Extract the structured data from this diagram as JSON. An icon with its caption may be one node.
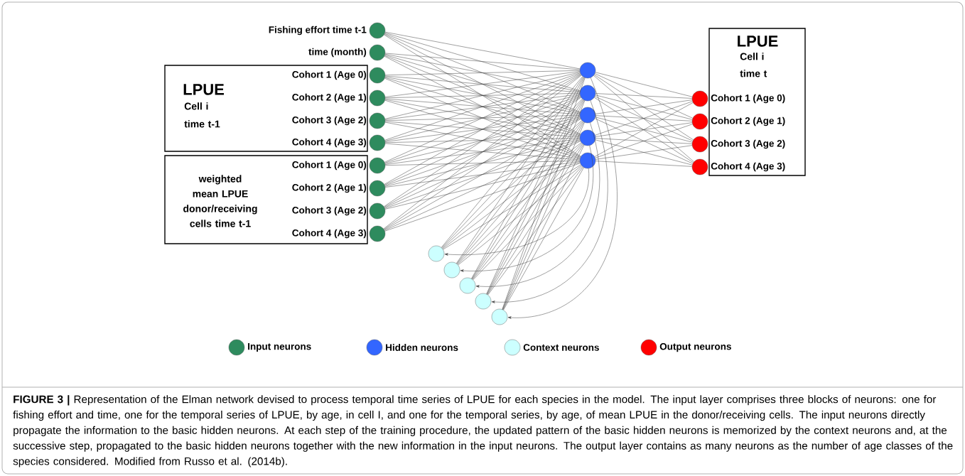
{
  "diagram": {
    "caption": "**FIGURE 3 |** Representation of the Elman network devised to process temporal time series of LPUE for each species in the model. The input layer comprises three blocks of neurons: one for fishing effort and time, one for the temporal series of LPUE, by age, in cell I, and one for the temporal series, by age, of mean LPUE in the donor/receiving cells. The input neurons directly propagate the information to the basic hidden neurons. At each step of the training procedure, the updated pattern of the basic hidden neurons is memorized by the context neurons and, at the successive step, propagated to the basic hidden neurons together with the new information in the input neurons. The output layer contains as many neurons as the number of age classes of the species considered. Modified from Russo et al. (2014b).",
    "nodes": [
      {
        "text": [
          "LPUE",
          "Cell i time t-1"
        ]
      },
      {
        "text": [
          "weighted mean LPUE donor/receiving cells time t-1"
        ]
      },
      {
        "text": [
          "LPUE",
          "Cell i time t"
        ]
      },
      {
        "text": [],
        "shape": "circle",
        "beside": [
          "Fishing effort time t-1"
        ]
      },
      {
        "text": [],
        "shape": "circle",
        "beside": [
          "time (month)"
        ]
      },
      {
        "text": [],
        "shape": "circle",
        "beside": [
          "Cohort 1 (Age 0)"
        ]
      },
      {
        "text": [],
        "shape": "circle",
        "beside": [
          "Cohort 2 (Age 1)"
        ]
      },
      {
        "text": [],
        "shape": "circle",
        "beside": [
          "Cohort 3 (Age 2)"
        ]
      },
      {
        "text": [],
        "shape": "circle",
        "beside": [
          "Cohort 4 (Age 3)"
        ]
      },
      {
        "text": [],
        "shape": "circle",
        "beside": [
          "Cohort 1 (Age 0)"
        ]
      },
      {
        "text": [],
        "shape": "circle",
        "beside": [
          "Cohort 2 (Age 1)"
        ]
      },
      {
        "text": [],
        "shape": "circle",
        "beside": [
          "Cohort 3 (Age 2)"
        ]
      },
      {
        "text": [],
        "shape": "circle",
        "beside": [
          "Cohort 4 (Age 3)"
        ]
      },
      {
        "text": [],
        "shape": "circle"
      },
      {
        "text": [],
        "shape": "circle"
      },
      {
        "text": [],
        "shape": "circle"
      },
      {
        "text": [],
        "shape": "circle"
      },
      {
        "text": [],
        "shape": "circle"
      },
      {
        "text": [],
        "shape": "circle",
        "beside": [
          "Cohort 1 (Age 0)"
        ]
      },
      {
        "text": [],
        "shape": "circle",
        "beside": [
          "Cohort 2 (Age 1)"
        ]
      },
      {
        "text": [],
        "shape": "circle",
        "beside": [
          "Cohort 3 (Age 2)"
        ]
      },
      {
        "text": [],
        "shape": "circle",
        "beside": [
          "Cohort 4 (Age 3)"
        ]
      },
      {
        "text": [],
        "shape": "circle"
      },
      {
        "text": [],
        "shape": "circle"
      },
      {
        "text": [],
        "shape": "circle"
      },
      {
        "text": [],
        "shape": "circle"
      },
      {
        "text": [],
        "shape": "circle"
      }
    ],
    "edges": [
      {
        "from": 3,
        "to": 13,
        "arrow": "none"
      },
      {
        "from": 3,
        "to": 14,
        "arrow": "none"
      },
      {
        "from": 3,
        "to": 15,
        "arrow": "none"
      },
      {
        "from": 3,
        "to": 16,
        "arrow": "none"
      },
      {
        "from": 3,
        "to": 17,
        "arrow": "none"
      },
      {
        "from": 4,
        "to": 13,
        "arrow": "none"
      },
      {
        "from": 4,
        "to": 14,
        "arrow": "none"
      },
      {
        "from": 4,
        "to": 15,
        "arrow": "none"
      },
      {
        "from": 4,
        "to": 16,
        "arrow": "none"
      },
      {
        "from": 4,
        "to": 17,
        "arrow": "none"
      },
      {
        "from": 5,
        "to": 13,
        "arrow": "none"
      },
      {
        "from": 5,
        "to": 14,
        "arrow": "none"
      },
      {
        "from": 5,
        "to": 15,
        "arrow": "none"
      },
      {
        "from": 5,
        "to": 16,
        "arrow": "none"
      },
      {
        "from": 5,
        "to": 17,
        "arrow": "none"
      },
      {
        "from": 6,
        "to": 13,
        "arrow": "none"
      },
      {
        "from": 6,
        "to": 14,
        "arrow": "none"
      },
      {
        "from": 6,
        "to": 15,
        "arrow": "none"
      },
      {
        "from": 6,
        "to": 16,
        "arrow": "none"
      },
      {
        "from": 6,
        "to": 17,
        "arrow": "none"
      },
      {
        "from": 7,
        "to": 13,
        "arrow": "none"
      },
      {
        "from": 7,
        "to": 14,
        "arrow": "none"
      },
      {
        "from": 7,
        "to": 15,
        "arrow": "none"
      },
      {
        "from": 7,
        "to": 16,
        "arrow": "none"
      },
      {
        "from": 7,
        "to": 17,
        "arrow": "none"
      },
      {
        "from": 8,
        "to": 13,
        "arrow": "none"
      },
      {
        "from": 8,
        "to": 14,
        "arrow": "none"
      },
      {
        "from": 8,
        "to": 15,
        "arrow": "none"
      },
      {
        "from": 8,
        "to": 16,
        "arrow": "none"
      },
      {
        "from": 8,
        "to": 17,
        "arrow": "none"
      },
      {
        "from": 9,
        "to": 13,
        "arrow": "none"
      },
      {
        "from": 9,
        "to": 14,
        "arrow": "none"
      },
      {
        "from": 9,
        "to": 15,
        "arrow": "none"
      },
      {
        "from": 9,
        "to": 16,
        "arrow": "none"
      },
      {
        "from": 9,
        "to": 17,
        "arrow": "none"
      },
      {
        "from": 10,
        "to": 13,
        "arrow": "none"
      },
      {
        "from": 10,
        "to": 14,
        "arrow": "none"
      },
      {
        "from": 10,
        "to": 15,
        "arrow": "none"
      },
      {
        "from": 10,
        "to": 16,
        "arrow": "none"
      },
      {
        "from": 10,
        "to": 17,
        "arrow": "none"
      },
      {
        "from": 11,
        "to": 13,
        "arrow": "none"
      },
      {
        "from": 11,
        "to": 14,
        "arrow": "none"
      },
      {
        "from": 11,
        "to": 15,
        "arrow": "none"
      },
      {
        "from": 11,
        "to": 16,
        "arrow": "none"
      },
      {
        "from": 11,
        "to": 17,
        "arrow": "none"
      },
      {
        "from": 12,
        "to": 13,
        "arrow": "none"
      },
      {
        "from": 12,
        "to": 14,
        "arrow": "none"
      },
      {
        "from": 12,
        "to": 15,
        "arrow": "none"
      },
      {
        "from": 12,
        "to": 16,
        "arrow": "none"
      },
      {
        "from": 12,
        "to": 17,
        "arrow": "none"
      },
      {
        "from": 22,
        "to": 13,
        "arrow": "none"
      },
      {
        "from": 22,
        "to": 14,
        "arrow": "none"
      },
      {
        "from": 22,
        "to": 15,
        "arrow": "none"
      },
      {
        "from": 22,
        "to": 16,
        "arrow": "none"
      },
      {
        "from": 22,
        "to": 17,
        "arrow": "none"
      },
      {
        "from": 23,
        "to": 13,
        "arrow": "none"
      },
      {
        "from": 23,
        "to": 14,
        "arrow": "none"
      },
      {
        "from": 23,
        "to": 15,
        "arrow": "none"
      },
      {
        "from": 23,
        "to": 16,
        "arrow": "none"
      },
      {
        "from": 23,
        "to": 17,
        "arrow": "none"
      },
      {
        "from": 24,
        "to": 13,
        "arrow": "none"
      },
      {
        "from": 24,
        "to": 14,
        "arrow": "none"
      },
      {
        "from": 24,
        "to": 15,
        "arrow": "none"
      },
      {
        "from": 24,
        "to": 16,
        "arrow": "none"
      },
      {
        "from": 24,
        "to": 17,
        "arrow": "none"
      },
      {
        "from": 25,
        "to": 13,
        "arrow": "none"
      },
      {
        "from": 25,
        "to": 14,
        "arrow": "none"
      },
      {
        "from": 25,
        "to": 15,
        "arrow": "none"
      },
      {
        "from": 25,
        "to": 16,
        "arrow": "none"
      },
      {
        "from": 25,
        "to": 17,
        "arrow": "none"
      },
      {
        "from": 26,
        "to": 13,
        "arrow": "none"
      },
      {
        "from": 26,
        "to": 14,
        "arrow": "none"
      },
      {
        "from": 26,
        "to": 15,
        "arrow": "none"
      },
      {
        "from": 26,
        "to": 16,
        "arrow": "none"
      },
      {
        "from": 26,
        "to": 17,
        "arrow": "none"
      },
      {
        "from": 13,
        "to": 18,
        "arrow": "none"
      },
      {
        "from": 13,
        "to": 19,
        "arrow": "none"
      },
      {
        "from": 13,
        "to": 20,
        "arrow": "none"
      },
      {
        "from": 13,
        "to": 21,
        "arrow": "none"
      },
      {
        "from": 14,
        "to": 18,
        "arrow": "none"
      },
      {
        "from": 14,
        "to": 19,
        "arrow": "none"
      },
      {
        "from": 14,
        "to": 20,
        "arrow": "none"
      },
      {
        "from": 14,
        "to": 21,
        "arrow": "none"
      },
      {
        "from": 15,
        "to": 18,
        "arrow": "none"
      },
      {
        "from": 15,
        "to": 19,
        "arrow": "none"
      },
      {
        "from": 15,
        "to": 20,
        "arrow": "none"
      },
      {
        "from": 15,
        "to": 21,
        "arrow": "none"
      },
      {
        "from": 16,
        "to": 18,
        "arrow": "none"
      },
      {
        "from": 16,
        "to": 19,
        "arrow": "none"
      },
      {
        "from": 16,
        "to": 20,
        "arrow": "none"
      },
      {
        "from": 16,
        "to": 21,
        "arrow": "none"
      },
      {
        "from": 17,
        "to": 18,
        "arrow": "none"
      },
      {
        "from": 17,
        "to": 19,
        "arrow": "none"
      },
      {
        "from": 17,
        "to": 20,
        "arrow": "none"
      },
      {
        "from": 17,
        "to": 21,
        "arrow": "none"
      },
      {
        "from": 13,
        "to": 26,
        "arrow": "to"
      },
      {
        "from": 14,
        "to": 25,
        "arrow": "to"
      },
      {
        "from": 15,
        "to": 24,
        "arrow": "to"
      },
      {
        "from": 16,
        "to": 23,
        "arrow": "to"
      },
      {
        "from": 17,
        "to": 22,
        "arrow": "to"
      }
    ],
    "legend": [
      {
        "text": "Input neurons",
        "color": "#2e8b5e"
      },
      {
        "text": "Hidden neurons",
        "color": "#3366ff"
      },
      {
        "text": "Context neurons",
        "color": "#ccffff"
      },
      {
        "text": "Output neurons",
        "color": "#ff0000"
      }
    ]
  }
}
